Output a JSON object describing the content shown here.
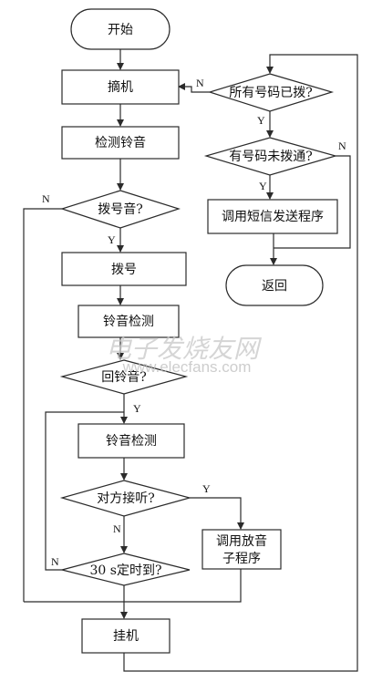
{
  "nodes": {
    "start": "开始",
    "offhook": "摘机",
    "detect_ring": "检测铃音",
    "dial_tone_q": "拨号音?",
    "dial": "拨号",
    "ring_detect_1": "铃音检测",
    "ringback_q": "回铃音?",
    "ring_detect_2": "铃音检测",
    "answer_q": "对方接听?",
    "play_sub_line1": "调用放音",
    "play_sub_line2": "子程序",
    "timer_q": "30 s定时到?",
    "hangup": "挂机",
    "all_dialed_q": "所有号码已拨?",
    "unconnected_q": "有号码未拨通?",
    "sms_routine": "调用短信发送程序",
    "return": "返回"
  },
  "labels": {
    "yes": "Y",
    "no": "N"
  },
  "watermark": {
    "cn": "电子发烧友网",
    "url": "www.elecfans.com"
  }
}
